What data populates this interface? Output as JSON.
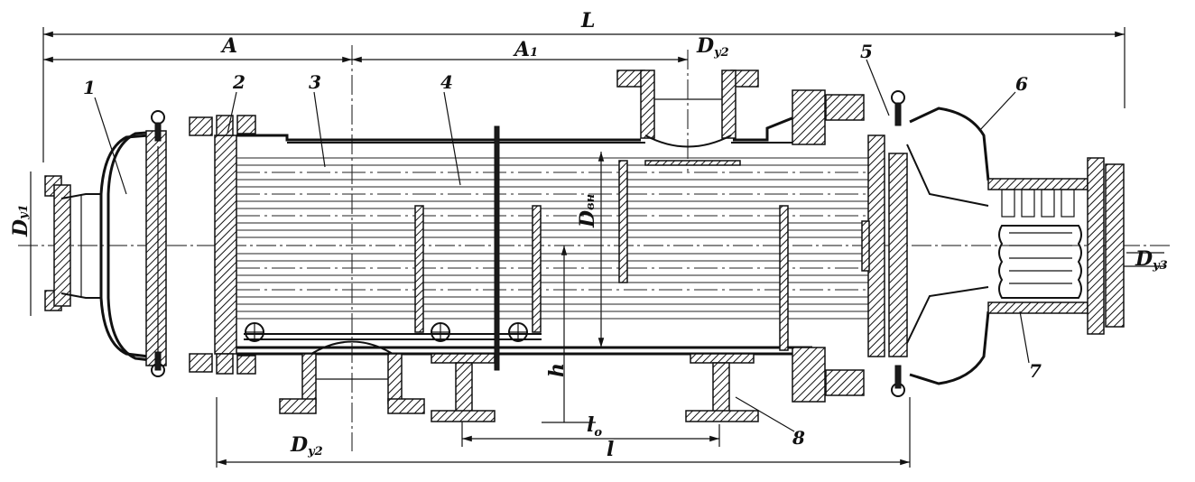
{
  "labels": {
    "dimensions": {
      "L": "L",
      "A": "A",
      "A1": "A",
      "A1_sub": "1",
      "l0": "l",
      "l0_sub": "o",
      "l": "l",
      "h": "h",
      "Dvn": "D",
      "Dvn_sub": "вн"
    },
    "nozzles": {
      "dy1": "D",
      "dy1_sub": "y1",
      "dy2_top": "D",
      "dy2_top_sub": "y2",
      "dy2_bottom": "D",
      "dy2_bottom_sub": "y2",
      "dy3": "D",
      "dy3_sub": "y3"
    },
    "parts": [
      "1",
      "2",
      "3",
      "4",
      "5",
      "6",
      "7",
      "8"
    ]
  }
}
